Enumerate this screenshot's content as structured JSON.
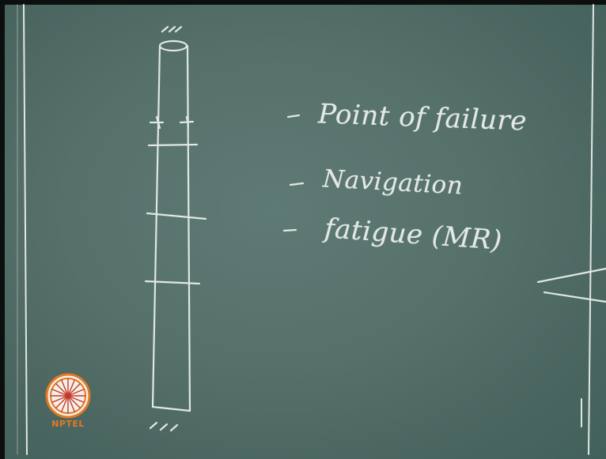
{
  "board": {
    "lines": [
      {
        "marker": "-",
        "text": "Point of failure"
      },
      {
        "marker": "-",
        "text": "Navigation"
      },
      {
        "marker": "-",
        "text": "fatigue (MR)"
      }
    ]
  },
  "logo": {
    "label": "NPTEL",
    "color": "#e07a27",
    "icon": "nptel-wheel-icon"
  },
  "colors": {
    "board": "#56706a",
    "chalk": "#eef2f0",
    "border": "#0c0f0e"
  }
}
